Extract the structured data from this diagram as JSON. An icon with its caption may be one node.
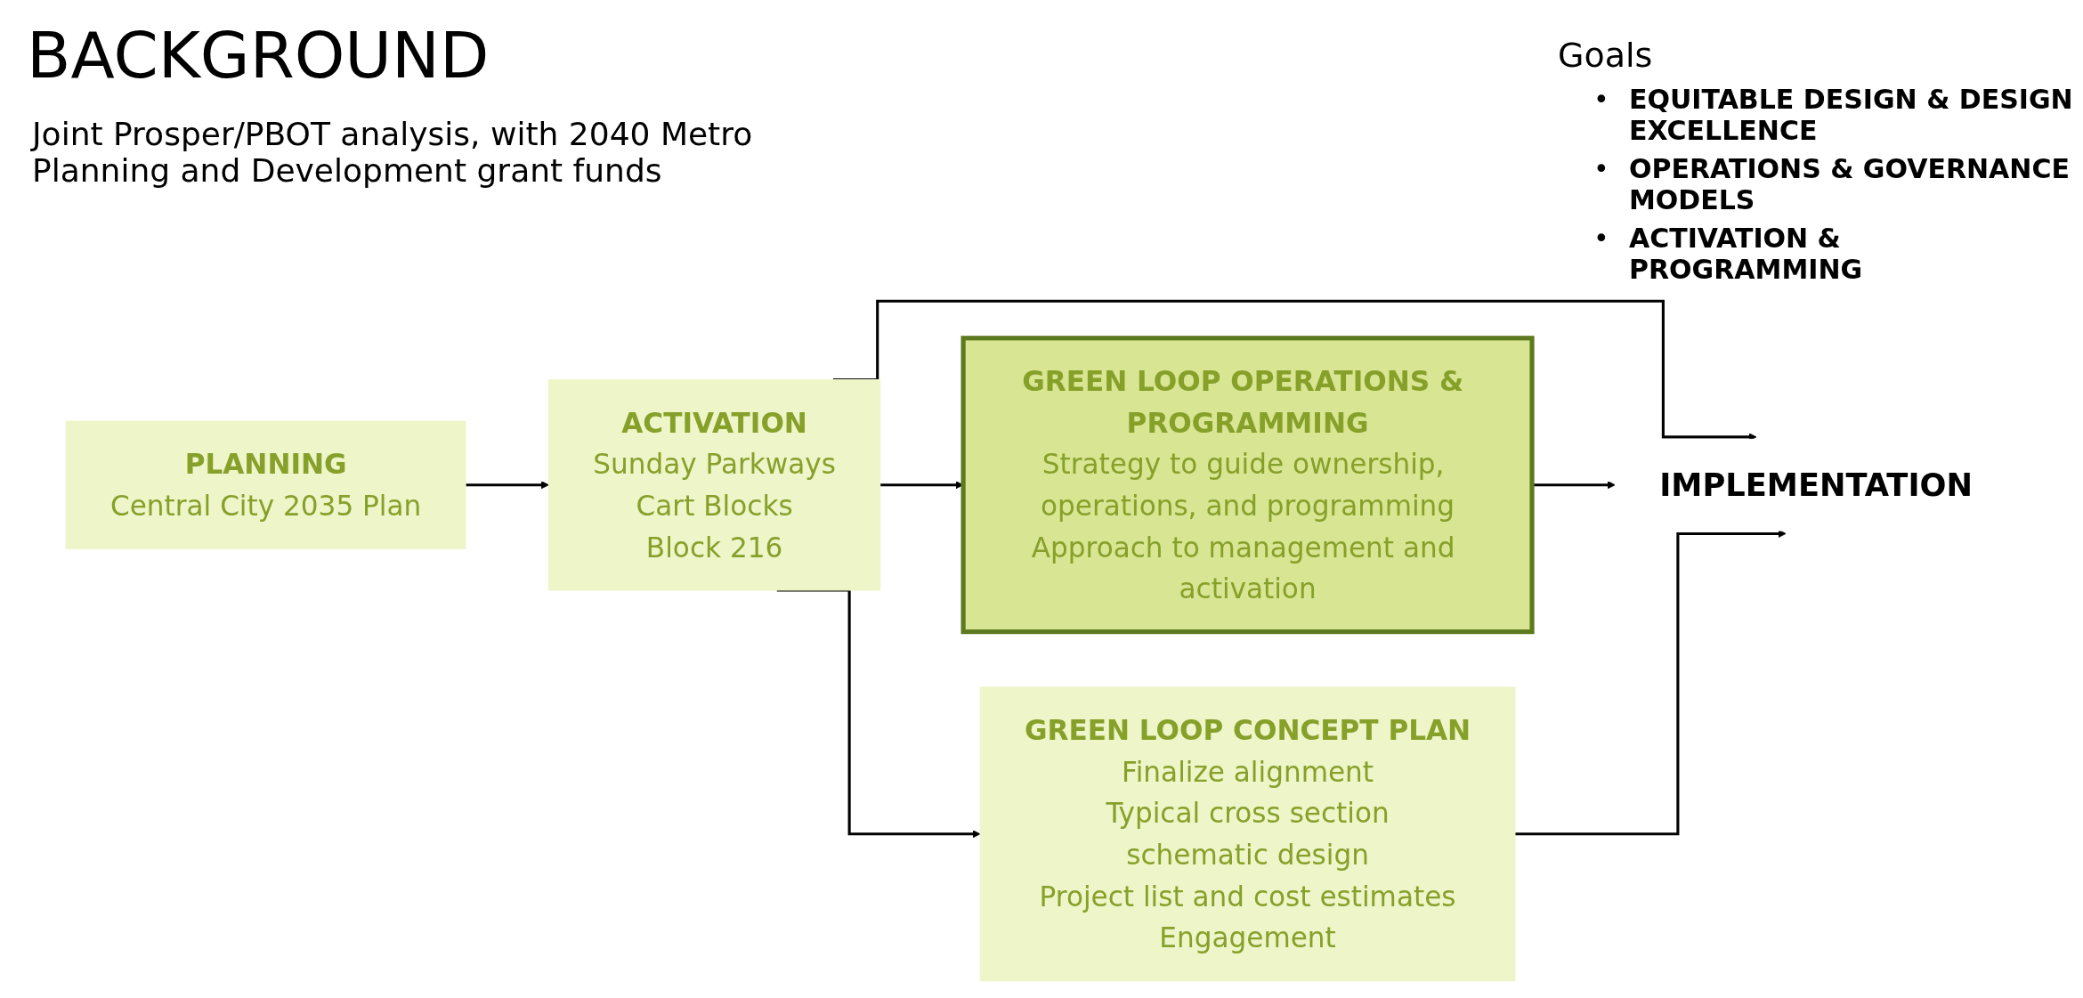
{
  "diagram": {
    "title": "BACKGROUND",
    "nodes": [
      {
        "text": [
          "PLANNING",
          "Central City 2035 Plan"
        ]
      },
      {
        "text": [
          "ACTIVATION",
          "Sunday Parkways",
          "Cart Blocks",
          "Block 216"
        ]
      },
      {
        "text": [
          "GREEN LOOP OPERATIONS & PROGRAMMING",
          "Strategy to guide ownership, operations, and programming",
          "Approach to management and activation"
        ]
      },
      {
        "text": [
          "GREEN LOOP CONCEPT PLAN",
          "Finalize alignment",
          "Typical cross section",
          "schematic design",
          "Project list and cost estimates",
          "Engagement"
        ]
      },
      {
        "text": [
          "IMPLEMENTATION"
        ]
      }
    ],
    "edges": [
      {
        "from": 0,
        "to": 1,
        "arrow": "to"
      },
      {
        "from": 1,
        "to": 2,
        "arrow": "to"
      },
      {
        "from": 1,
        "to": 3,
        "arrow": "to"
      },
      {
        "from": 1,
        "to": 4,
        "arrow": "to"
      },
      {
        "from": 2,
        "to": 4,
        "arrow": "to"
      },
      {
        "from": 3,
        "to": 4,
        "arrow": "to"
      }
    ],
    "labels": [
      "Joint Prosper/PBOT analysis, with 2040 Metro Planning and Development grant funds",
      "Goals",
      "•",
      "EQUITABLE DESIGN & DESIGN EXCELLENCE",
      "•",
      "OPERATIONS & GOVERNANCE MODELS",
      "•",
      "ACTIVATION & PROGRAMMING"
    ]
  }
}
